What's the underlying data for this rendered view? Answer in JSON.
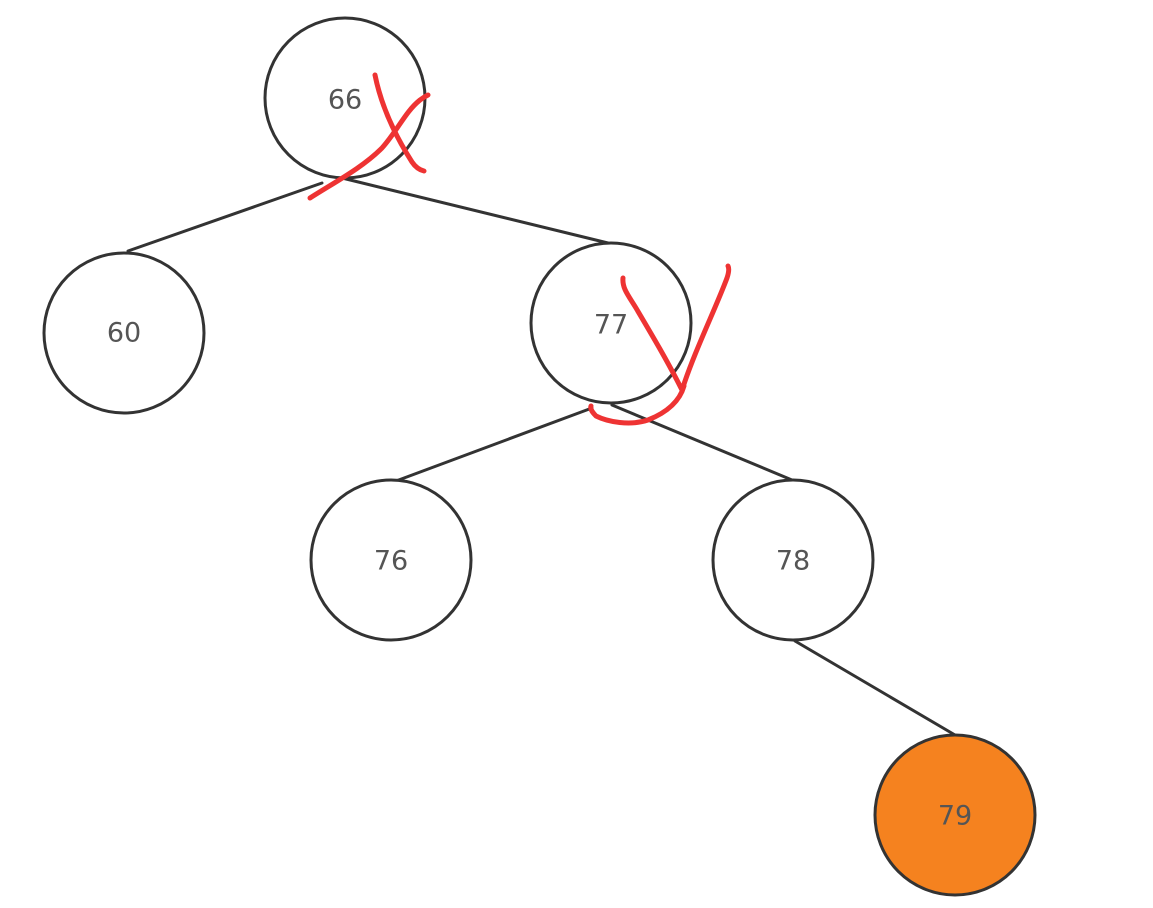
{
  "tree": {
    "nodes": [
      {
        "id": "n66",
        "label": "66",
        "fill": "#ffffff"
      },
      {
        "id": "n60",
        "label": "60",
        "fill": "#ffffff"
      },
      {
        "id": "n77",
        "label": "77",
        "fill": "#ffffff"
      },
      {
        "id": "n76",
        "label": "76",
        "fill": "#ffffff"
      },
      {
        "id": "n78",
        "label": "78",
        "fill": "#ffffff"
      },
      {
        "id": "n79",
        "label": "79",
        "fill": "#f5821f"
      }
    ],
    "edges": [
      {
        "from": "n66",
        "to": "n60"
      },
      {
        "from": "n66",
        "to": "n77"
      },
      {
        "from": "n77",
        "to": "n76"
      },
      {
        "from": "n77",
        "to": "n78"
      },
      {
        "from": "n78",
        "to": "n79"
      }
    ],
    "highlight_color": "#f5821f",
    "annotation_color": "#ee3333",
    "annotations": [
      {
        "on": "n66",
        "shape": "cross-mark"
      },
      {
        "on": "n77",
        "shape": "check-mark"
      }
    ]
  }
}
